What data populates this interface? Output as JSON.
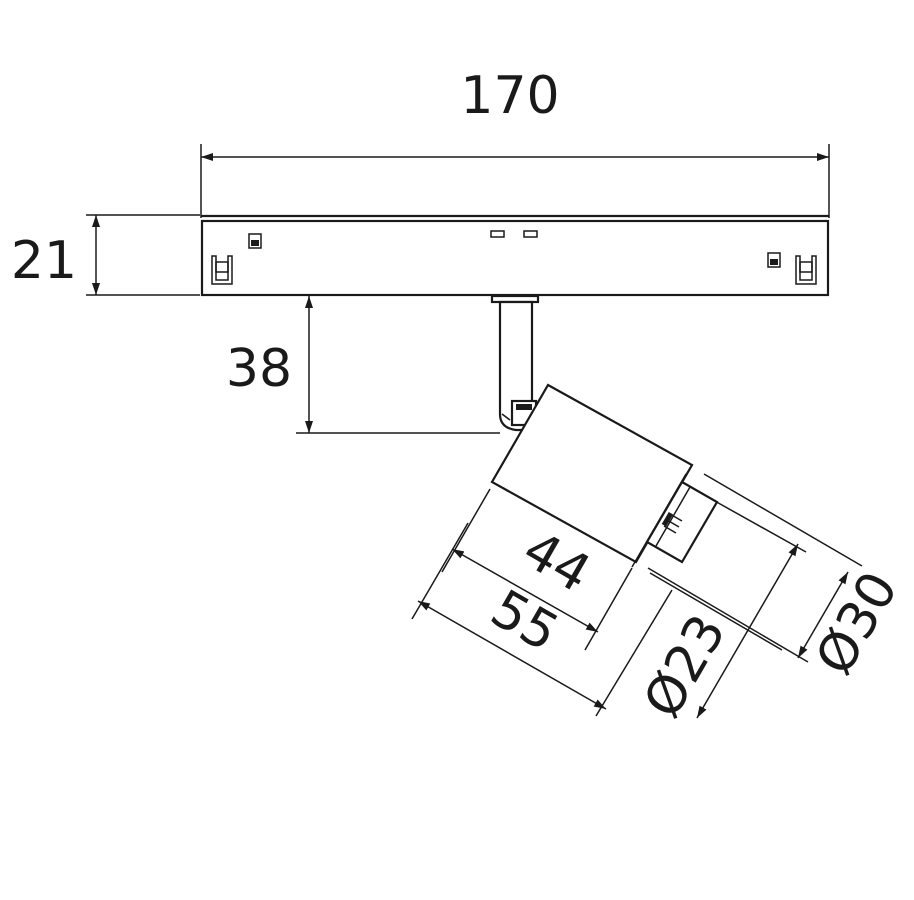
{
  "drawing": {
    "dimensions": {
      "width_170": "170",
      "height_21": "21",
      "drop_38": "38",
      "head_44": "44",
      "head_55": "55",
      "diameter_23": "Ø23",
      "diameter_30": "Ø30"
    }
  }
}
